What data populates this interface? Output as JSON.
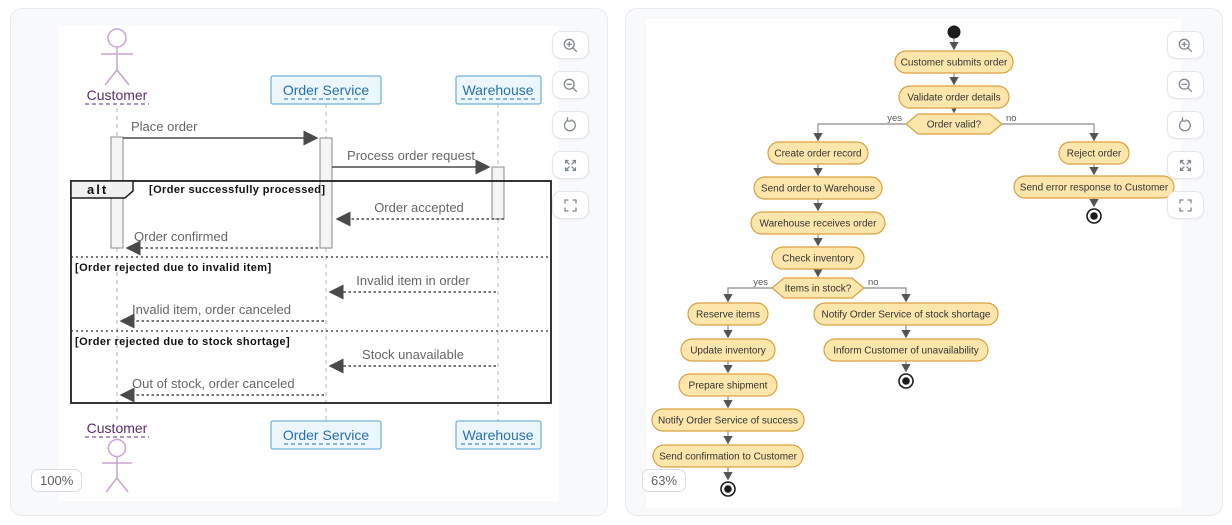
{
  "left_panel": {
    "type": "sequence-diagram",
    "zoom_badge": "100%",
    "participants": [
      "Customer",
      "Order Service",
      "Warehouse"
    ],
    "messages": {
      "place_order": "Place order",
      "process_order_request": "Process order request",
      "order_accepted": "Order accepted",
      "order_confirmed": "Order confirmed",
      "invalid_item_in_order": "Invalid item in order",
      "invalid_item_canceled": "Invalid item, order canceled",
      "stock_unavailable": "Stock unavailable",
      "out_of_stock_canceled": "Out of stock, order canceled"
    },
    "alt_frame": {
      "operator": "alt",
      "sections": [
        "[Order successfully processed]",
        "[Order rejected due to invalid item]",
        "[Order rejected due to stock shortage]"
      ]
    }
  },
  "right_panel": {
    "type": "activity-diagram",
    "zoom_badge": "63%",
    "branch_labels": {
      "yes": "yes",
      "no": "no"
    },
    "decisions": {
      "d1": "Order valid?",
      "d2": "Items in stock?"
    },
    "nodes": {
      "n1": "Customer submits order",
      "n2": "Validate order details",
      "n3": "Create order record",
      "n4": "Send order to Warehouse",
      "n5": "Warehouse receives order",
      "n6": "Check inventory",
      "n7": "Reserve items",
      "n8": "Update inventory",
      "n9": "Prepare shipment",
      "n10": "Notify Order Service of success",
      "n11": "Send confirmation to Customer",
      "n12": "Notify Order Service of stock shortage",
      "n13": "Inform Customer of unavailability",
      "n14": "Reject order",
      "n15": "Send error response to Customer"
    }
  },
  "controls": {
    "icons": [
      "zoom-in",
      "zoom-out",
      "reset-view",
      "expand",
      "fullscreen"
    ]
  },
  "colors": {
    "activity_node_fill": "#FCE6AC",
    "activity_node_border": "#D9A13F",
    "participant_fill": "#EDF6FC",
    "participant_border": "#74B2DC",
    "participant_text": "#2471B5",
    "actor_text": "#5B2C6F",
    "panel_bg": "#f8f9fb"
  }
}
